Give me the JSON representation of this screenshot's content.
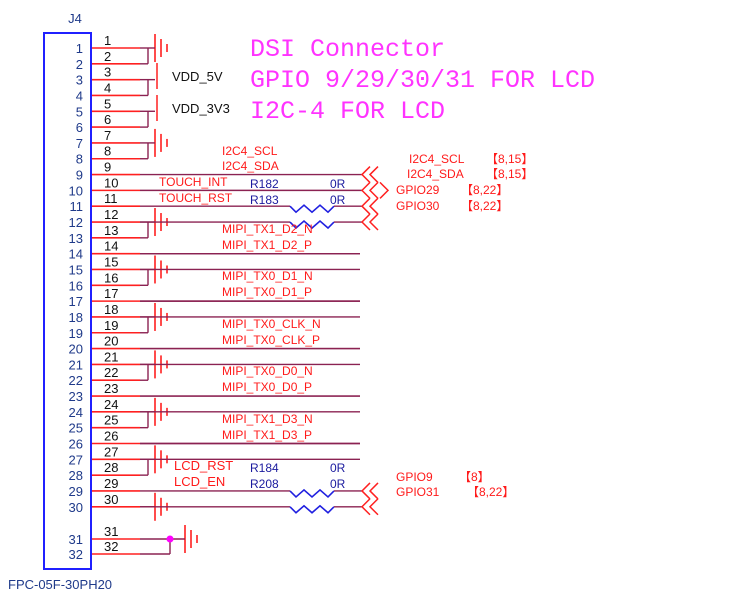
{
  "component": {
    "refdes": "J4",
    "part": "FPC-05F-30PH20",
    "pin_count": 32
  },
  "title_notes": [
    "DSI Connector",
    "GPIO 9/29/30/31  FOR LCD",
    "I2C-4   FOR LCD"
  ],
  "power_labels": {
    "vdd_5v": "VDD_5V",
    "vdd_3v3": "VDD_3V3"
  },
  "pins": [
    {
      "n": "1",
      "net": ""
    },
    {
      "n": "2",
      "net": ""
    },
    {
      "n": "3",
      "net": ""
    },
    {
      "n": "4",
      "net": ""
    },
    {
      "n": "5",
      "net": ""
    },
    {
      "n": "6",
      "net": ""
    },
    {
      "n": "7",
      "net": ""
    },
    {
      "n": "8",
      "net": ""
    },
    {
      "n": "9",
      "net": "I2C4_SCL"
    },
    {
      "n": "10",
      "net": "I2C4_SDA"
    },
    {
      "n": "11",
      "net": "TOUCH_INT"
    },
    {
      "n": "12",
      "net": "TOUCH_RST"
    },
    {
      "n": "13",
      "net": ""
    },
    {
      "n": "14",
      "net": "MIPI_TX1_D2_N"
    },
    {
      "n": "15",
      "net": "MIPI_TX1_D2_P"
    },
    {
      "n": "16",
      "net": ""
    },
    {
      "n": "17",
      "net": "MIPI_TX0_D1_N"
    },
    {
      "n": "18",
      "net": "MIPI_TX0_D1_P"
    },
    {
      "n": "19",
      "net": ""
    },
    {
      "n": "20",
      "net": "MIPI_TX0_CLK_N"
    },
    {
      "n": "21",
      "net": "MIPI_TX0_CLK_P"
    },
    {
      "n": "22",
      "net": ""
    },
    {
      "n": "23",
      "net": "MIPI_TX0_D0_N"
    },
    {
      "n": "24",
      "net": "MIPI_TX0_D0_P"
    },
    {
      "n": "25",
      "net": ""
    },
    {
      "n": "26",
      "net": "MIPI_TX1_D3_N"
    },
    {
      "n": "27",
      "net": "MIPI_TX1_D3_P"
    },
    {
      "n": "28",
      "net": ""
    },
    {
      "n": "29",
      "net": "LCD_RST"
    },
    {
      "n": "30",
      "net": "LCD_EN"
    },
    {
      "n": "31",
      "net": ""
    },
    {
      "n": "32",
      "net": ""
    }
  ],
  "resistors": [
    {
      "refdes": "R182",
      "value": "0R"
    },
    {
      "refdes": "R183",
      "value": "0R"
    },
    {
      "refdes": "R184",
      "value": "0R"
    },
    {
      "refdes": "R208",
      "value": "0R"
    }
  ],
  "offpage": [
    {
      "name": "I2C4_SCL",
      "ref": "【8,15】"
    },
    {
      "name": "I2C4_SDA",
      "ref": "【8,15】"
    },
    {
      "name": "GPIO29",
      "ref": "【8,22】"
    },
    {
      "name": "GPIO30",
      "ref": "【8,22】"
    },
    {
      "name": "GPIO9",
      "ref": "【8】"
    },
    {
      "name": "GPIO31",
      "ref": "【8,22】"
    }
  ],
  "colors": {
    "wire": "#ff2020",
    "wire_dark": "#8b2252",
    "box": "#2020ff",
    "resistor": "#2020e0",
    "junction": "#ff00ff",
    "title": "#ff33ff"
  }
}
